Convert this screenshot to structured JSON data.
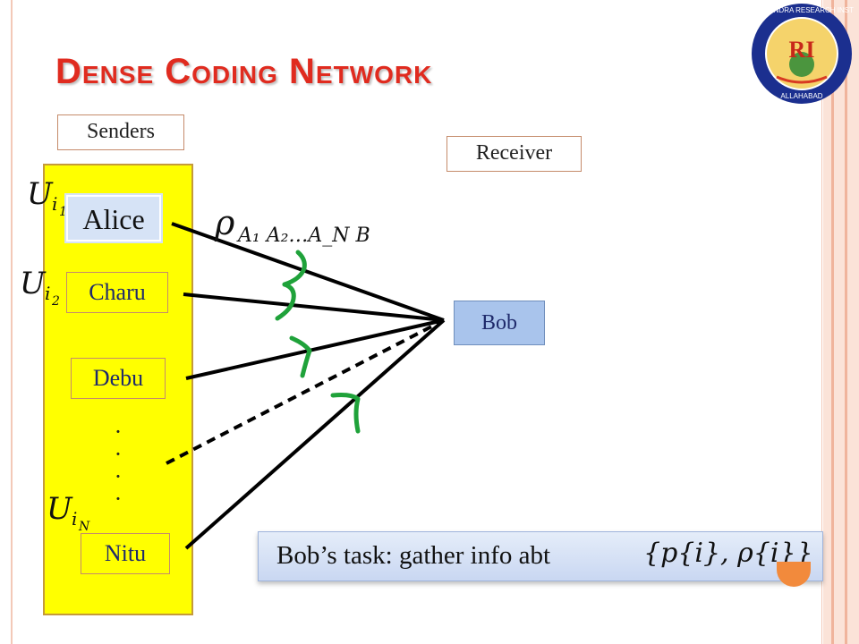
{
  "slide": {
    "title": "Dense Coding Network",
    "senders_label": "Senders",
    "receiver_label": "Receiver",
    "senders": [
      "Alice",
      "Charu",
      "Debu",
      "Nitu"
    ],
    "receiver": "Bob",
    "vertical_dots": "·\n·\n·\n·",
    "task_text": "Bob’s task: gather info abt"
  },
  "math": {
    "u_i1": {
      "base": "U",
      "sub": "i",
      "subsub": "1"
    },
    "u_i2": {
      "base": "U",
      "sub": "i",
      "subsub": "2"
    },
    "u_iN": {
      "base": "U",
      "sub": "i",
      "subsub": "N"
    },
    "rho_state": {
      "symbol": "ρ",
      "subscript": "A₁ A₂…A_N B"
    },
    "ensemble": {
      "text": "{p{i}, ρ{i}}"
    }
  },
  "logo": {
    "ring_text_top": "HARISH-CHANDRA RESEARCH INSTITUTE",
    "ring_text_bottom": "ALLAHABAD",
    "monogram": "RI"
  },
  "colors": {
    "title": "#e02b1f",
    "panel": "#ffff00",
    "alice_fill": "#d6e3f6",
    "bob_fill": "#a9c4ec",
    "task_fill": "#d6e1f5",
    "annotation_green": "#1fa23a"
  }
}
